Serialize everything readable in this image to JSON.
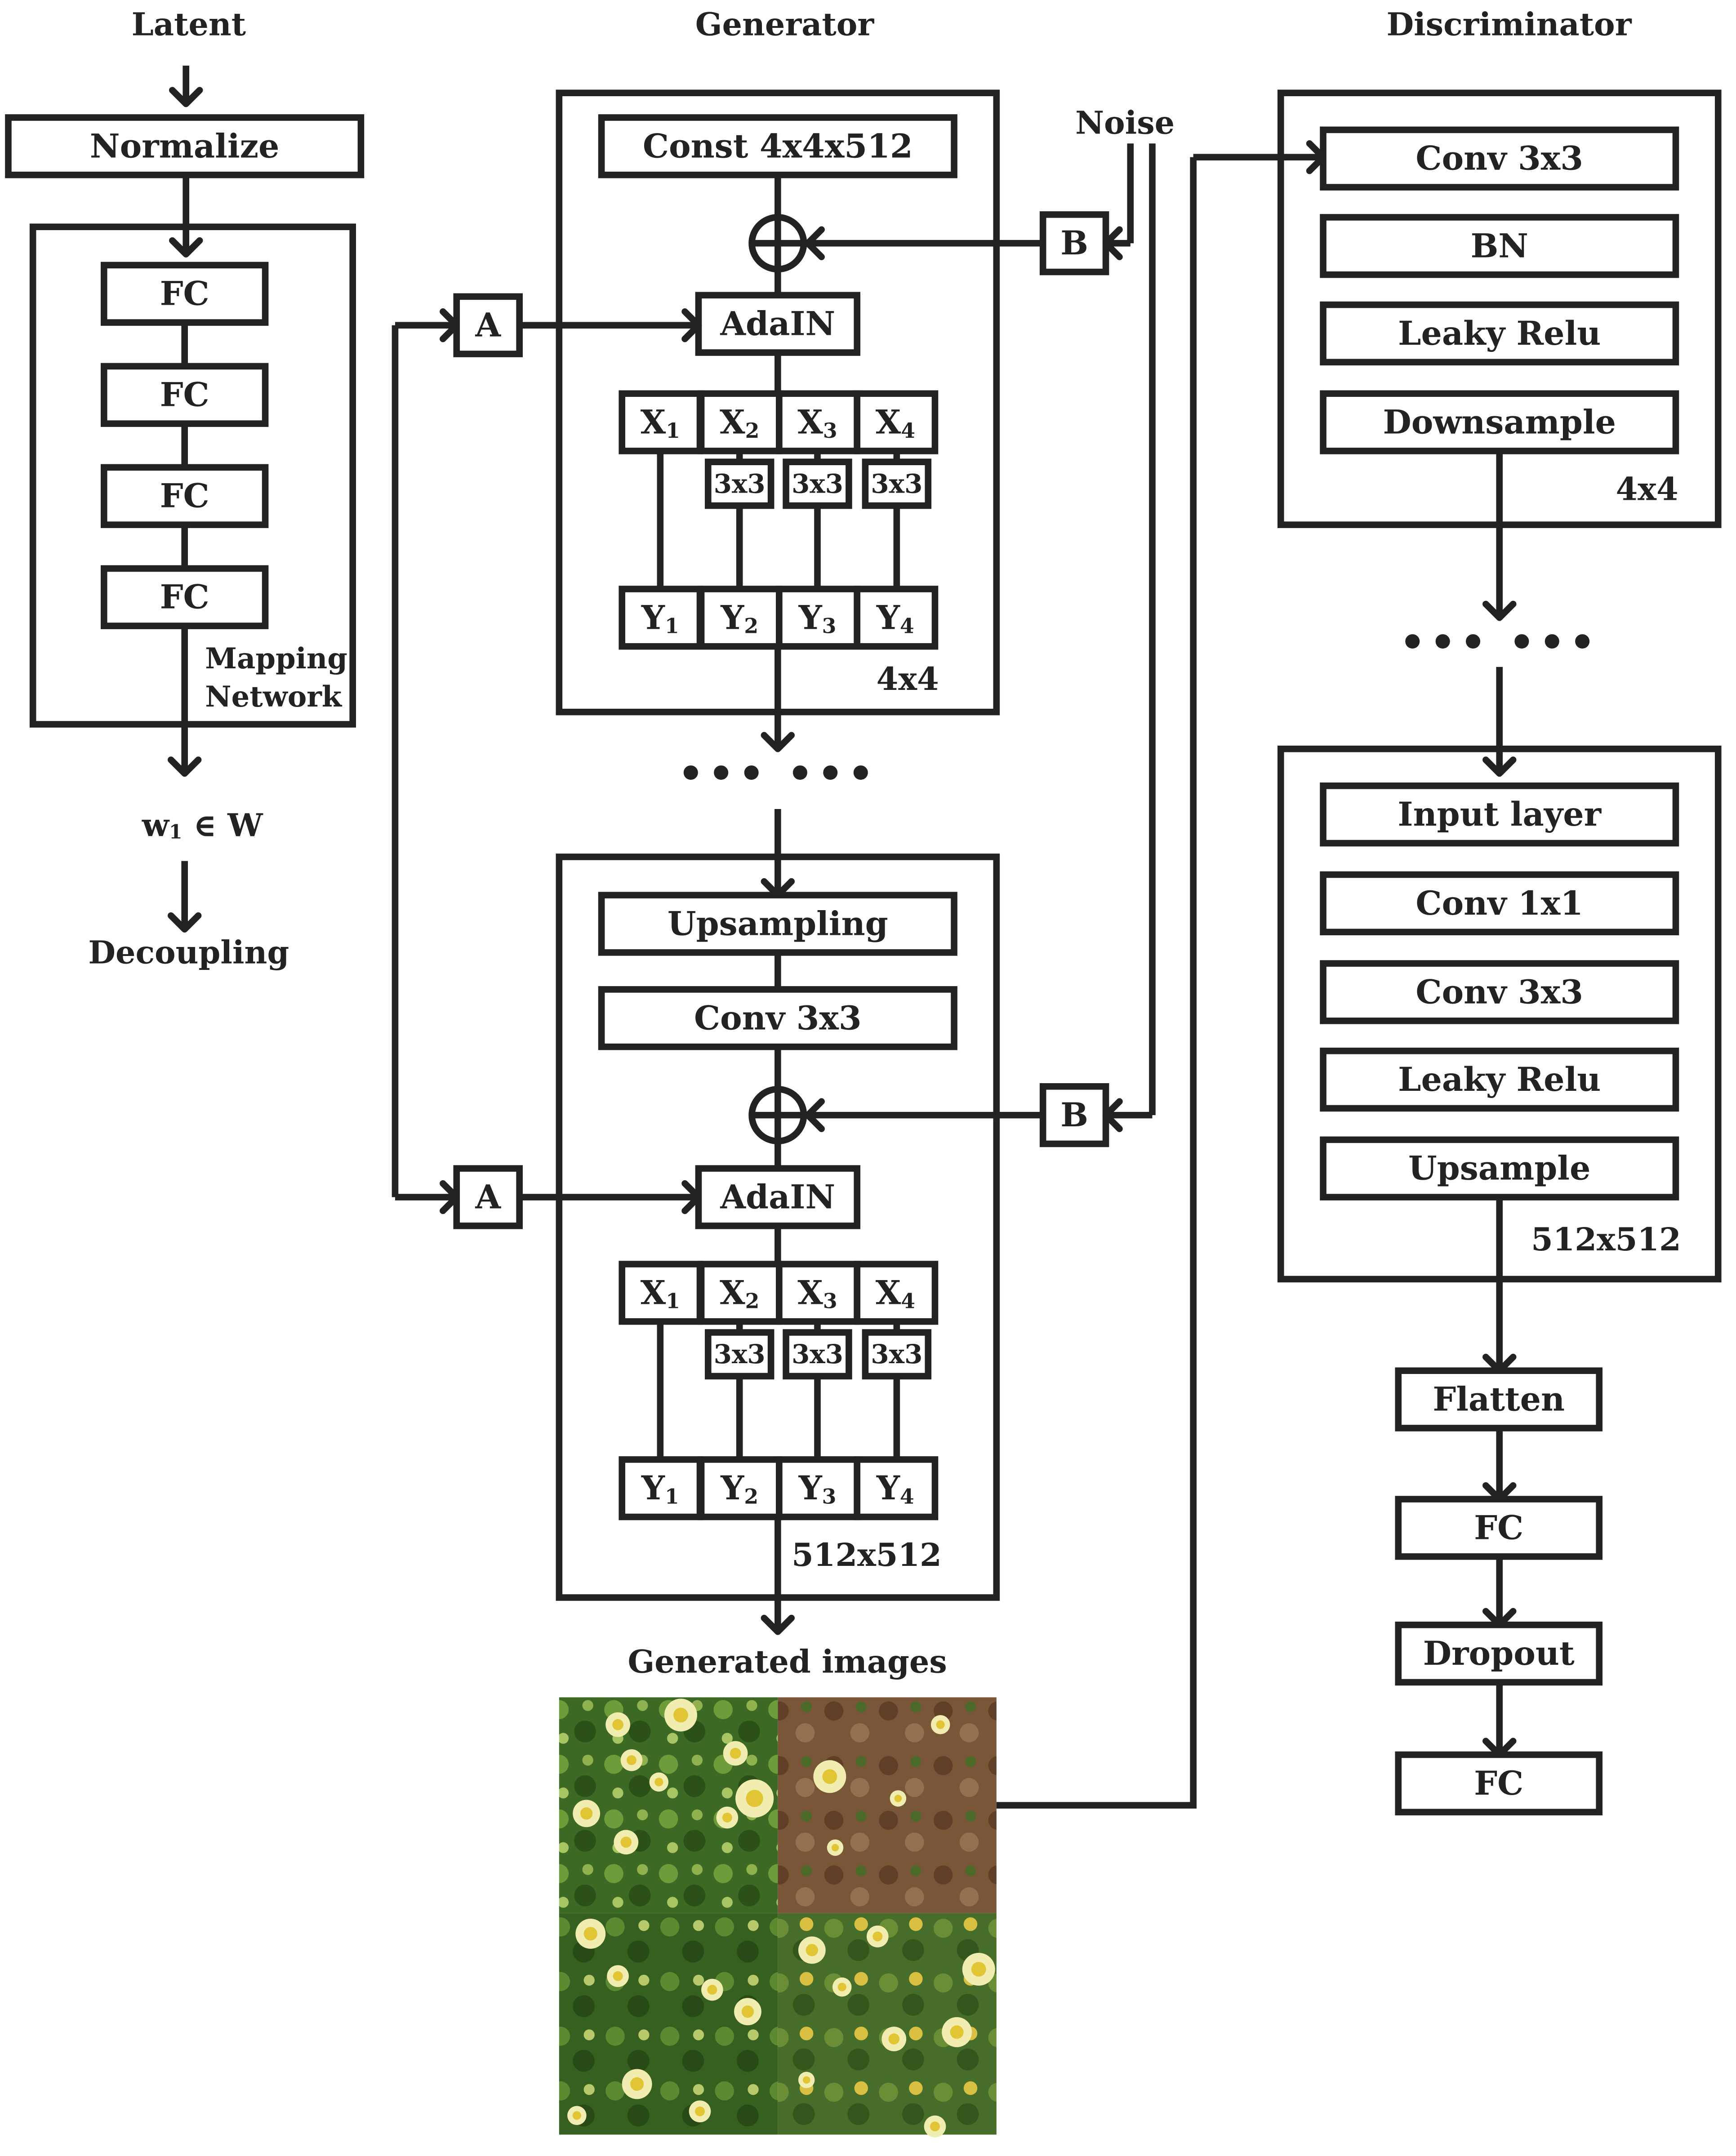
{
  "columns": {
    "latent": "Latent",
    "generator": "Generator",
    "discriminator": "Discriminator"
  },
  "mapping": {
    "normalize": "Normalize",
    "fc_labels": [
      "FC",
      "FC",
      "FC",
      "FC"
    ],
    "caption_line1": "Mapping",
    "caption_line2": "Network",
    "w_prefix": "w",
    "w_sub": "1",
    "w_rel": " ∈ W",
    "decoupling": "Decoupling"
  },
  "generator": {
    "const": "Const 4x4x512",
    "noise": "Noise",
    "b_label": "B",
    "a_label": "A",
    "adain": "AdaIN",
    "x_labels": [
      "X",
      "X",
      "X",
      "X"
    ],
    "y_labels": [
      "Y",
      "Y",
      "Y",
      "Y"
    ],
    "subscripts": [
      "1",
      "2",
      "3",
      "4"
    ],
    "conv_small": "3x3",
    "block1_res": "4x4",
    "dots": "••• •••",
    "upsampling": "Upsampling",
    "conv": "Conv 3x3",
    "block2_res": "512x512",
    "generated": "Generated images"
  },
  "discriminator": {
    "top_layers": [
      "Conv 3x3",
      "BN",
      "Leaky Relu",
      "Downsample"
    ],
    "top_res": "4x4",
    "dots": "••• •••",
    "bottom_layers": [
      "Input layer",
      "Conv 1x1",
      "Conv 3x3",
      "Leaky Relu",
      "Upsample"
    ],
    "bottom_res": "512x512",
    "head_layers": [
      "Flatten",
      "FC",
      "Dropout",
      "FC"
    ]
  }
}
